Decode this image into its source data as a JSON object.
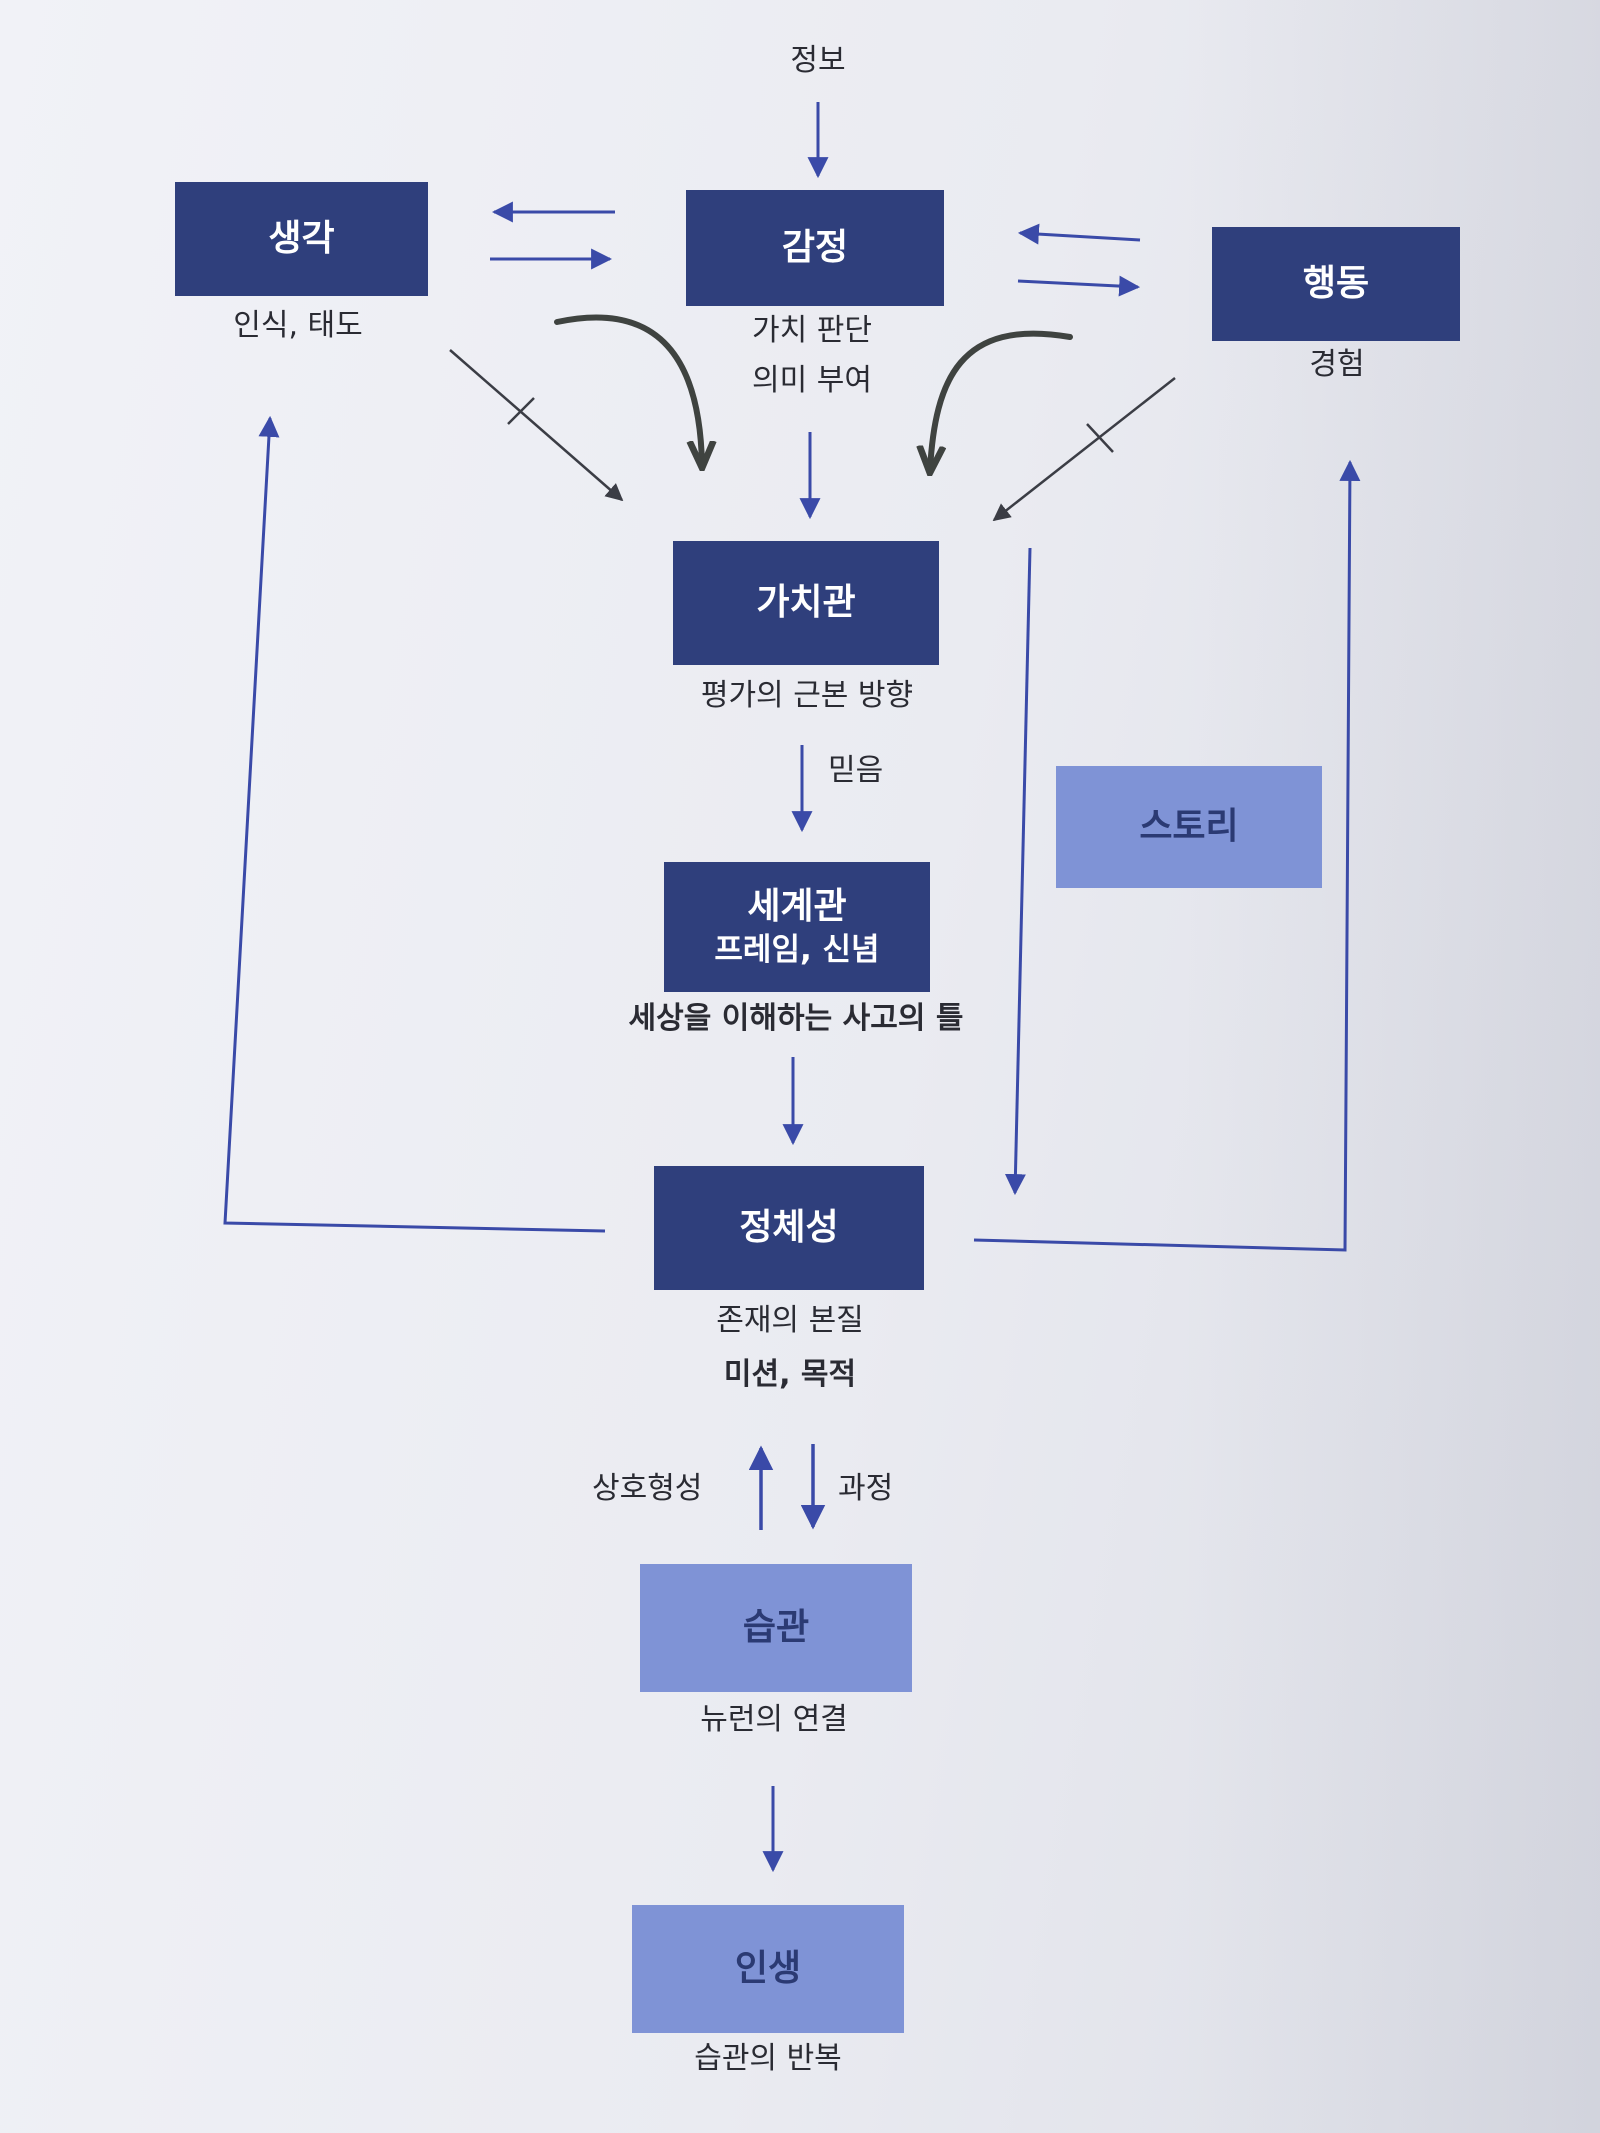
{
  "diagram": {
    "input_label": "정보",
    "nodes": {
      "thought": {
        "title": "생각",
        "caption": "인식, 태도"
      },
      "emotion": {
        "title": "감정",
        "caption_line1": "가치 판단",
        "caption_line2": "의미 부여"
      },
      "action": {
        "title": "행동",
        "caption": "경험"
      },
      "values": {
        "title": "가치관",
        "caption": "평가의 근본 방향"
      },
      "worldview": {
        "title": "세계관",
        "subtitle": "프레임, 신념",
        "caption": "세상을 이해하는 사고의 틀"
      },
      "story": {
        "title": "스토리"
      },
      "identity": {
        "title": "정체성",
        "caption_line1": "존재의 본질",
        "caption_line2": "미션, 목적"
      },
      "habit": {
        "title": "습관",
        "caption": "뉴런의 연결"
      },
      "life": {
        "title": "인생",
        "caption": "습관의 반복"
      }
    },
    "edge_labels": {
      "belief": "믿음",
      "mutual_formation": "상호형성",
      "process": "과정"
    },
    "colors": {
      "dark_box": "#2f3f7c",
      "light_box": "#7f93d6",
      "arrow_blue": "#3a4aa8",
      "curve_gray": "#3f4340",
      "text": "#2a2b33"
    }
  }
}
